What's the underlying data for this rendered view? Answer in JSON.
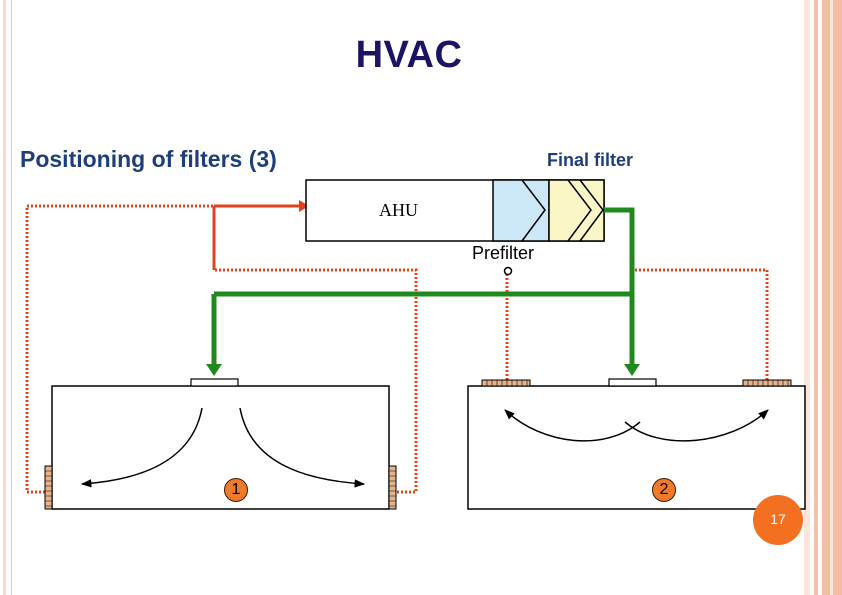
{
  "slide": {
    "title": "HVAC",
    "subtitle": "Positioning of filters (3)",
    "page_number": "17"
  },
  "labels": {
    "final_filter": "Final filter",
    "prefilter": "Prefilter",
    "ahu": "AHU"
  },
  "rooms": [
    {
      "number": "1"
    },
    {
      "number": "2"
    }
  ],
  "colors": {
    "title": "#1b1464",
    "subtitle": "#1f3f7a",
    "supply_air": "#22891e",
    "return_air": "#e0441b",
    "prefilter_fill": "#cce8f8",
    "final_filter_fill": "#fbf6c6",
    "room_marker": "#f07a2a",
    "page_badge": "#f37021"
  }
}
